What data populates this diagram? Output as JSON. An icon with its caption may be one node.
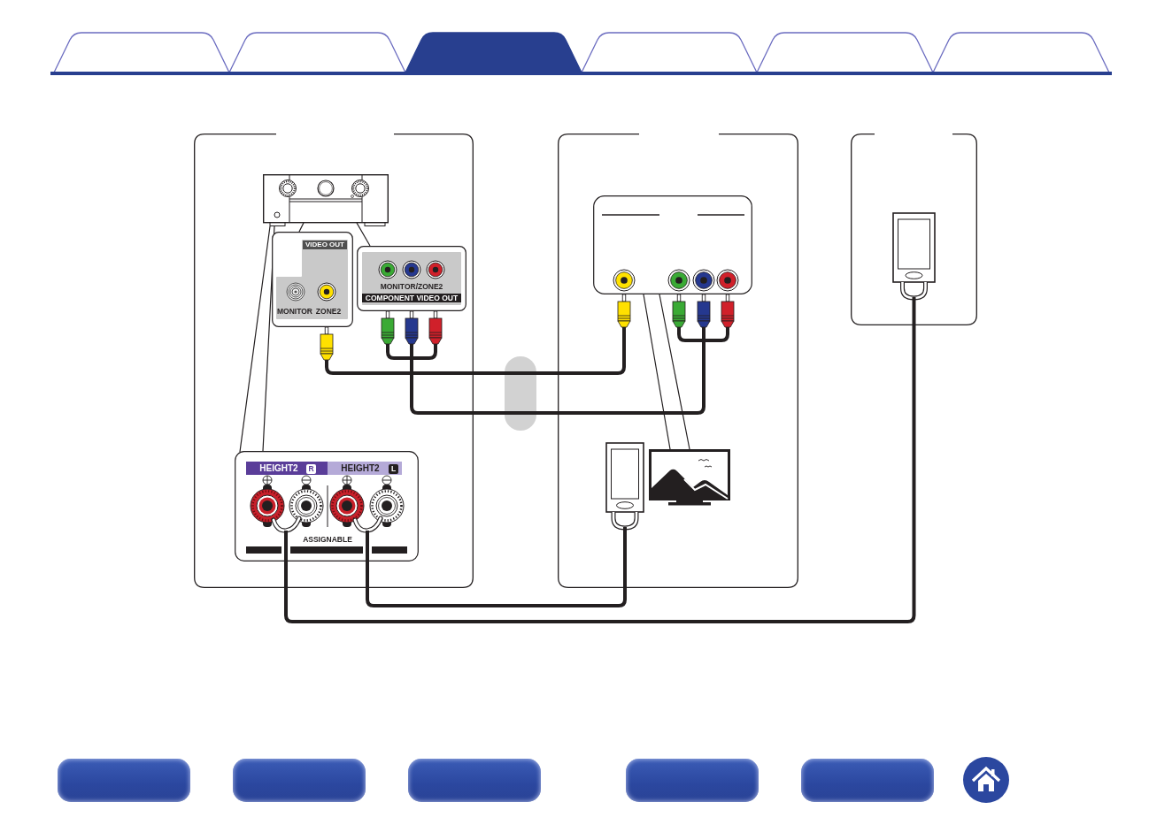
{
  "diagram": {
    "nodes": [
      {
        "text": [],
        "shape": "box"
      },
      {
        "text": [],
        "shape": "picture",
        "in": 0
      },
      {
        "text": [
          "VIDEO OUT",
          "MONITOR",
          "ZONE2"
        ],
        "in": 0
      },
      {
        "text": [
          "MONITOR/ZONE2",
          "COMPONENT VIDEO OUT"
        ],
        "in": 0
      },
      {
        "text": [
          "HEIGHT2",
          "R",
          "HEIGHT2",
          "L",
          "ASSIGNABLE"
        ],
        "in": 0
      },
      {
        "text": [],
        "shape": "box"
      },
      {
        "text": [],
        "shape": "box",
        "in": 5
      },
      {
        "text": [],
        "shape": "picture",
        "in": 5
      },
      {
        "text": [],
        "shape": "picture",
        "in": 5
      },
      {
        "text": [],
        "shape": "box"
      },
      {
        "text": [],
        "shape": "picture",
        "in": 9
      }
    ],
    "edges": [
      {
        "from": 2,
        "to": 6,
        "arrow": "other",
        "style": "thick"
      },
      {
        "from": 3,
        "to": 6,
        "arrow": "other",
        "style": "thick"
      },
      {
        "from": 4,
        "to": 10,
        "arrow": "none",
        "style": "thick"
      },
      {
        "from": 4,
        "to": 7,
        "arrow": "none",
        "style": "thick"
      },
      {
        "from": 1,
        "to": 2,
        "arrow": "none"
      },
      {
        "from": 1,
        "to": 3,
        "arrow": "none"
      },
      {
        "from": 1,
        "to": 4,
        "arrow": "none"
      },
      {
        "from": 6,
        "to": 8,
        "arrow": "none"
      }
    ]
  }
}
